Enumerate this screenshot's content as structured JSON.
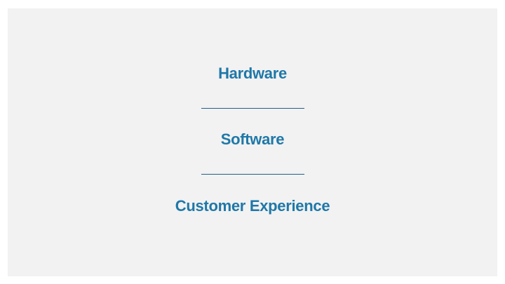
{
  "items": [
    {
      "label": "Hardware"
    },
    {
      "label": "Software"
    },
    {
      "label": "Customer Experience"
    }
  ],
  "colors": {
    "text": "#1f78a8",
    "divider": "#1f5f8b",
    "background": "#f2f2f2"
  }
}
